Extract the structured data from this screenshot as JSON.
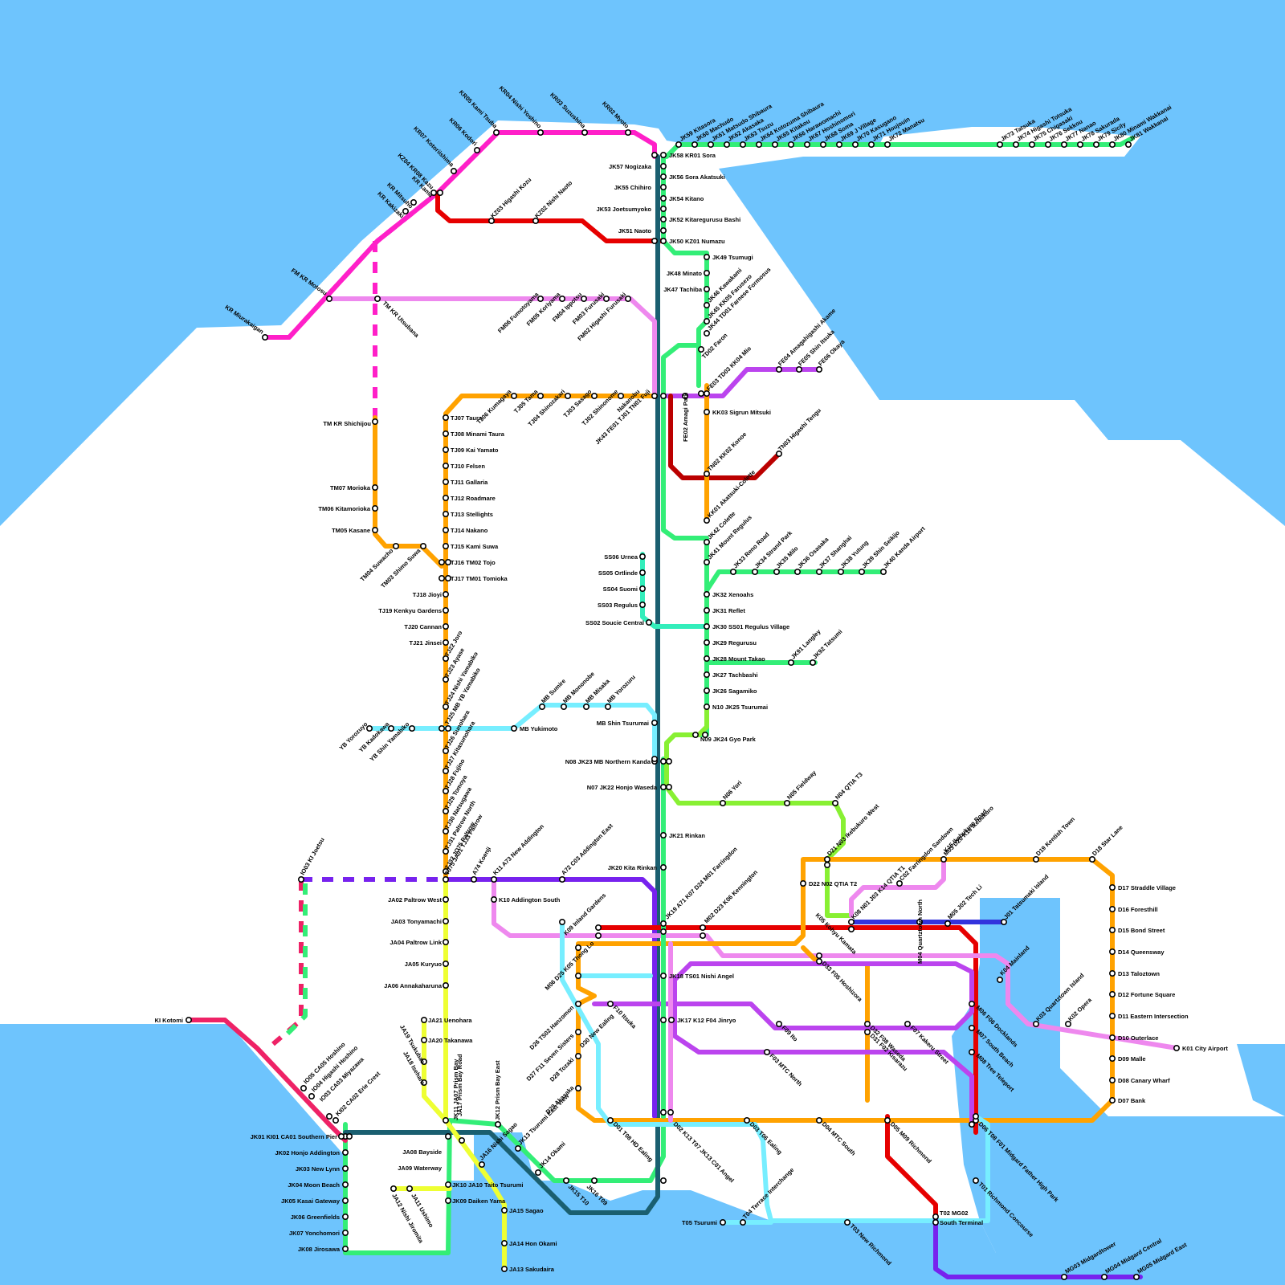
{
  "colors": {
    "water": "#6ec4fd",
    "kr": "#ff1fc8",
    "kz": "#e60000",
    "jk": "#33ee77",
    "jk_dark": "#1a5f70",
    "tj": "#ffa200",
    "fm": "#ee88ee",
    "fe": "#bb44ee",
    "mb": "#77eeff",
    "ss": "#33eebb",
    "n": "#88f033",
    "ja": "#eeff33",
    "a": "#7722ee",
    "k": "#ee88ee",
    "ki": "#ee2266",
    "j": "#3333dd",
    "tn": "#bb0000"
  },
  "stations": {
    "kr": [
      "KR Miurakaigan",
      "FM KR Motosu",
      "TM KR Utsubana",
      "KR Kakizaki",
      "KR Mitsuho",
      "KR Kama",
      "KZ04 KR08 Kazu",
      "KR07 Kotoriishima",
      "KR06 Kodori",
      "KR05 Kami Tsuba",
      "KR04 Nishi Yoshino",
      "KR03 Suzushina",
      "KR02 Myoto",
      "JK58 KR01 Sora",
      "TM KR Shichijou"
    ],
    "kz": [
      "KZ03 Higashi Kozu",
      "KZ02 Nishi Naoto",
      "JK50 KZ01 Numazu"
    ],
    "jk_north": [
      "JK57 Nogizaka",
      "JK56 Sora Akatsuki",
      "JK55 Chihiro",
      "JK54 Kitano",
      "JK53 Joetsumyoko",
      "JK52 Kitaregurusu Bashi",
      "JK51 Naoto",
      "JK49 Tsumugi",
      "JK48 Minato",
      "JK47 Tachiba",
      "JK46 Kawakami",
      "JK45 KK05 Farusezo",
      "JK44 TD01 Farnese Formosus",
      "TD02 Faron",
      "FE03 TD03 KK04 Mio",
      "KK03 Sigrun Mitsuki",
      "TN02 KK02 Konoe",
      "KK01 Akatsuki-Colette",
      "JK42 Colette",
      "JK41 Mount Regulus",
      "JK32 Xenoahs",
      "JK31 Reflet",
      "JK30 SS01 Regulus Village",
      "JK29 Regurusu",
      "JK28 Mount Takao",
      "JK27 Tachbashi",
      "JK26 Sagamiko",
      "N10 JK25 Tsurumai",
      "N09 JK24 Gyo Park",
      "N08 JK23 MB Northern Kanda",
      "N07 JK22 Honjo Waseda",
      "JK21 Rinkan",
      "JK20 Kita Rinkan",
      "JK19 A71 K07 D24 M01 Farringdon",
      "M02 D23 K06 Kennington",
      "JK18 TS01 Nishi Angel",
      "JK17 K12 F04 Jinryo",
      "JK16 T09",
      "JK15 T10",
      "JK14 Okami",
      "JK13 Tsurumi East View",
      "JK12 Prism Bay East",
      "JK11 JA07 Prism Bay",
      "JK10 JA10 Taito Tsurumi",
      "JK09 Daiken Yama",
      "JK08 Jirosawa",
      "JK07 Yonchomori",
      "JK06 Greenfields",
      "JK05 Kasai Gateway",
      "JK04 Moon Beach",
      "JK03 New Lynn",
      "JK02 Honjo Addington",
      "JK01 KI01 CA01 Southern Pier"
    ],
    "jk_east": [
      "JK59 Kitasora",
      "JK60 Machudo",
      "JK61 Matsudo Shibaura",
      "JK62 Akasaka",
      "JK63 Tsuzu",
      "JK64 Kotozuma Shibaura",
      "JK65 Kitakou",
      "JK66 Harawomachi",
      "JK67 Hoshinomori",
      "JK68 Soma",
      "JK69 J Village",
      "JK70 Kasugano",
      "JK71 Houjouin",
      "JK72 Manatsu",
      "JK73 Tatsuka",
      "JK74 Higashi Totsuka",
      "JK75 Chigasaki",
      "JK76 Sekkou",
      "JK77 Nanao",
      "JK78 Sakurada",
      "JK79 Sicily",
      "JK80 Minami Wakkanai",
      "JK81 Wakkanai"
    ],
    "jk_branch": [
      "JK33 Reno Road",
      "JK34 Strand Park",
      "JK35 Milo",
      "JK36 Osasaka",
      "JK37 Shanghai",
      "JK38 Yutung",
      "JK39 Shin Seikijo",
      "JK40 Kanda Airport",
      "JK91 Langley",
      "JK92 Tatsumi"
    ],
    "tj": [
      "TJ06 Kumagaya",
      "TJ05 Tama",
      "TJ04 Shinozakari",
      "TJ03 Sasago",
      "TJ02 Shinonome",
      "JK43 FE01 TJ01 TN01 Fuji",
      "Nakanobu",
      "TJ07 Taura",
      "TJ08 Minami Taura",
      "TJ09 Kai Yamato",
      "TJ10 Felsen",
      "TJ11 Gallaria",
      "TJ12 Roadmare",
      "TJ13 Stellights",
      "TJ14 Nakano",
      "TJ15 Kami Suwa",
      "TJ16 TM02 Tojo",
      "TJ17 TM01 Tomioka",
      "TJ18 Jioyi",
      "TJ19 Kenkyu Gardens",
      "TJ20 Cannan",
      "TJ21 Jinsei",
      "TJ22 Joro",
      "TJ23 Ayase",
      "TJ24 Nishi Yamabiko",
      "TJ25 MB YB Yamabiko",
      "TJ26 Sunohara",
      "TJ27 Kitasunohara",
      "TJ28 Fujino",
      "TJ29 Tomoya",
      "TJ30 Natsugawa",
      "TJ31 Paltrow North",
      "TJ32 JO75 Paltrow",
      "TJ75 JA01 TJ33 Paltrow"
    ],
    "tm": [
      "TM07 Morioka",
      "TM06 Kitamorioka",
      "TM05 Kasane",
      "TM04 Suwacho",
      "TM03 Shimo Suwa"
    ],
    "fm": [
      "FM06 Fumotoyama",
      "FM05 Koriyama",
      "FM04 Ippotsu",
      "FM03 Furusaki",
      "FM02 Higashi Furusaki"
    ],
    "fe": [
      "FE04 Amagahigashi Akame",
      "FE05 Shin Itsuka",
      "FE06 Okaya",
      "FE02 Amagi Park"
    ],
    "tn": [
      "TN03 Higashi Tengu"
    ],
    "ss": [
      "SS06 Urnea",
      "SS05 Ortlinde",
      "SS04 Suomi",
      "SS03 Regulus",
      "SS02 Soucie Central"
    ],
    "mb": [
      "MB Sumire",
      "MB Mononobe",
      "MB Misaka",
      "MB Yorozuru",
      "MB Shin Tsurumai",
      "MB Yukimoto",
      "YB Shin Yamabiko",
      "YB Kadokawa",
      "YB Yorozuyo"
    ],
    "n": [
      "N06 Yori",
      "N05 Fieldway",
      "N04 QTIA T3",
      "D21 N03 Ikebukuro West",
      "D22 N02 QTIA T2",
      "K08 N01 J03 K14 QTIA T1"
    ],
    "ja": [
      "JA02 Paltrow West",
      "JA03 Tonyamachi",
      "JA04 Paltrow Link",
      "JA05 Kuryuo",
      "JA06 Annakaharuna",
      "JA21 Uenohara",
      "JA20 Takanawa",
      "JA19 Tsukubae",
      "JA18 Isehara",
      "JA17 Prism Bay Road",
      "JA16 Nishi Sagao",
      "JA15 Sagao",
      "JA14 Hon Okami",
      "JA13 Sakudaira",
      "JA12 Nishi Jiromita",
      "JA11 Ushimo",
      "JA08 Bayside",
      "JA09 Waterway"
    ],
    "a": [
      "IO03 KI Joetsu",
      "A74 Koenji",
      "K11 A73 New Addington",
      "A72 C03 Addington East",
      "M03 D20 K16 Ikebukuro",
      "M04 Quartztown North",
      "M05 J02 Tech Li"
    ],
    "k": [
      "K10 Addington South",
      "K09 Inland Gardens",
      "M06 D25 K05 Thong Lo",
      "C02 Farringdon Sandown",
      "K15 Ikebukuro Road",
      "K03 Quartztown Island",
      "K02 Opera",
      "K01 City Airport",
      "J01 Tatsumaki Island",
      "K05 Kohyu Kamata"
    ],
    "d": [
      "D19 Kentish Town",
      "D18 Star Lane",
      "D17 Straddle Village",
      "D16 Foresthill",
      "D15 Bond Street",
      "D14 Queensway",
      "D13 Taloztown",
      "D12 Fortune Square",
      "D11 Eastern Intersection",
      "D10 Outerlace",
      "D09 Malle",
      "D08 Canary Wharf",
      "D07 Bank",
      "D06 T08 F01 Midgard Father High Park",
      "D05 M09 Richmond",
      "D04 MTC South",
      "D03 T06 Ealing",
      "D02 K13 T07 JK13 C01 Angel",
      "D01 T08 HD Ealing",
      "D26 TS02 Hanzomon",
      "D27 F11 Seven Sisters",
      "D28 Tozaki",
      "D29 Akasaka",
      "D30 New Ealing",
      "D31 F02 Kisarazu",
      "D32 F08 Waseda",
      "D33 F05 Hoshizora"
    ],
    "f": [
      "F10 Itsuka",
      "F09 Ito",
      "F07 Kakeru Street",
      "F03 MTC North",
      "M06 F06 Docklands",
      "M07 South Beach",
      "M08 Tree Teleport",
      "K04 Mainland"
    ],
    "t": [
      "T05 Tsurumi",
      "T04 Terrace Interchange",
      "T03 New Richmond",
      "T02 MG02",
      "South Terminal",
      "T01 Richmond Concourse",
      "MG03 Midgardtower",
      "MG04 Midgard Central",
      "MG05 Midgard East"
    ],
    "ki": [
      "KI Kotomi",
      "IO05 CA05 Hoshino",
      "IO04 Higashi Hoshino",
      "IO03 CA03 Miyazawa",
      "KI02 CA02 Erie Crest"
    ]
  }
}
